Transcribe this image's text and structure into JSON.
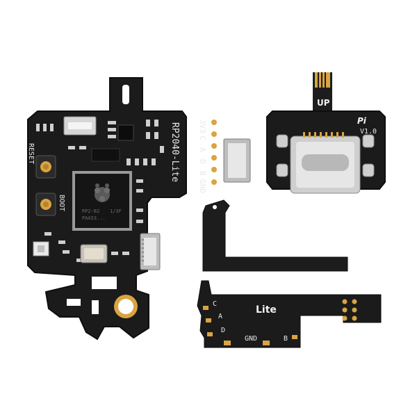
{
  "labels": {
    "main_board_name": "RP2040-Lite",
    "pin_3v3": "3V3",
    "pin_c": "C",
    "pin_a": "A",
    "pin_d": "D",
    "pin_b": "B",
    "pin_gnd": "GND",
    "reset": "RESET",
    "boot": "BOOT",
    "chip_line1": "RP2-B2",
    "chip_line2": "1/3F",
    "chip_line3": "PAA53...",
    "usb_up": "UP",
    "usb_pi": "Pi",
    "usb_version": "V1.0",
    "flex_title": "Lite",
    "flex_c": "C",
    "flex_a": "A",
    "flex_d": "D",
    "flex_gnd": "GND",
    "flex_b": "B"
  },
  "colors": {
    "pcb": "#1b1b1b",
    "pcb_edge": "#0e0e0e",
    "gold": "#d9a441",
    "silk": "#e8e8e8",
    "background": "#ffffff"
  }
}
